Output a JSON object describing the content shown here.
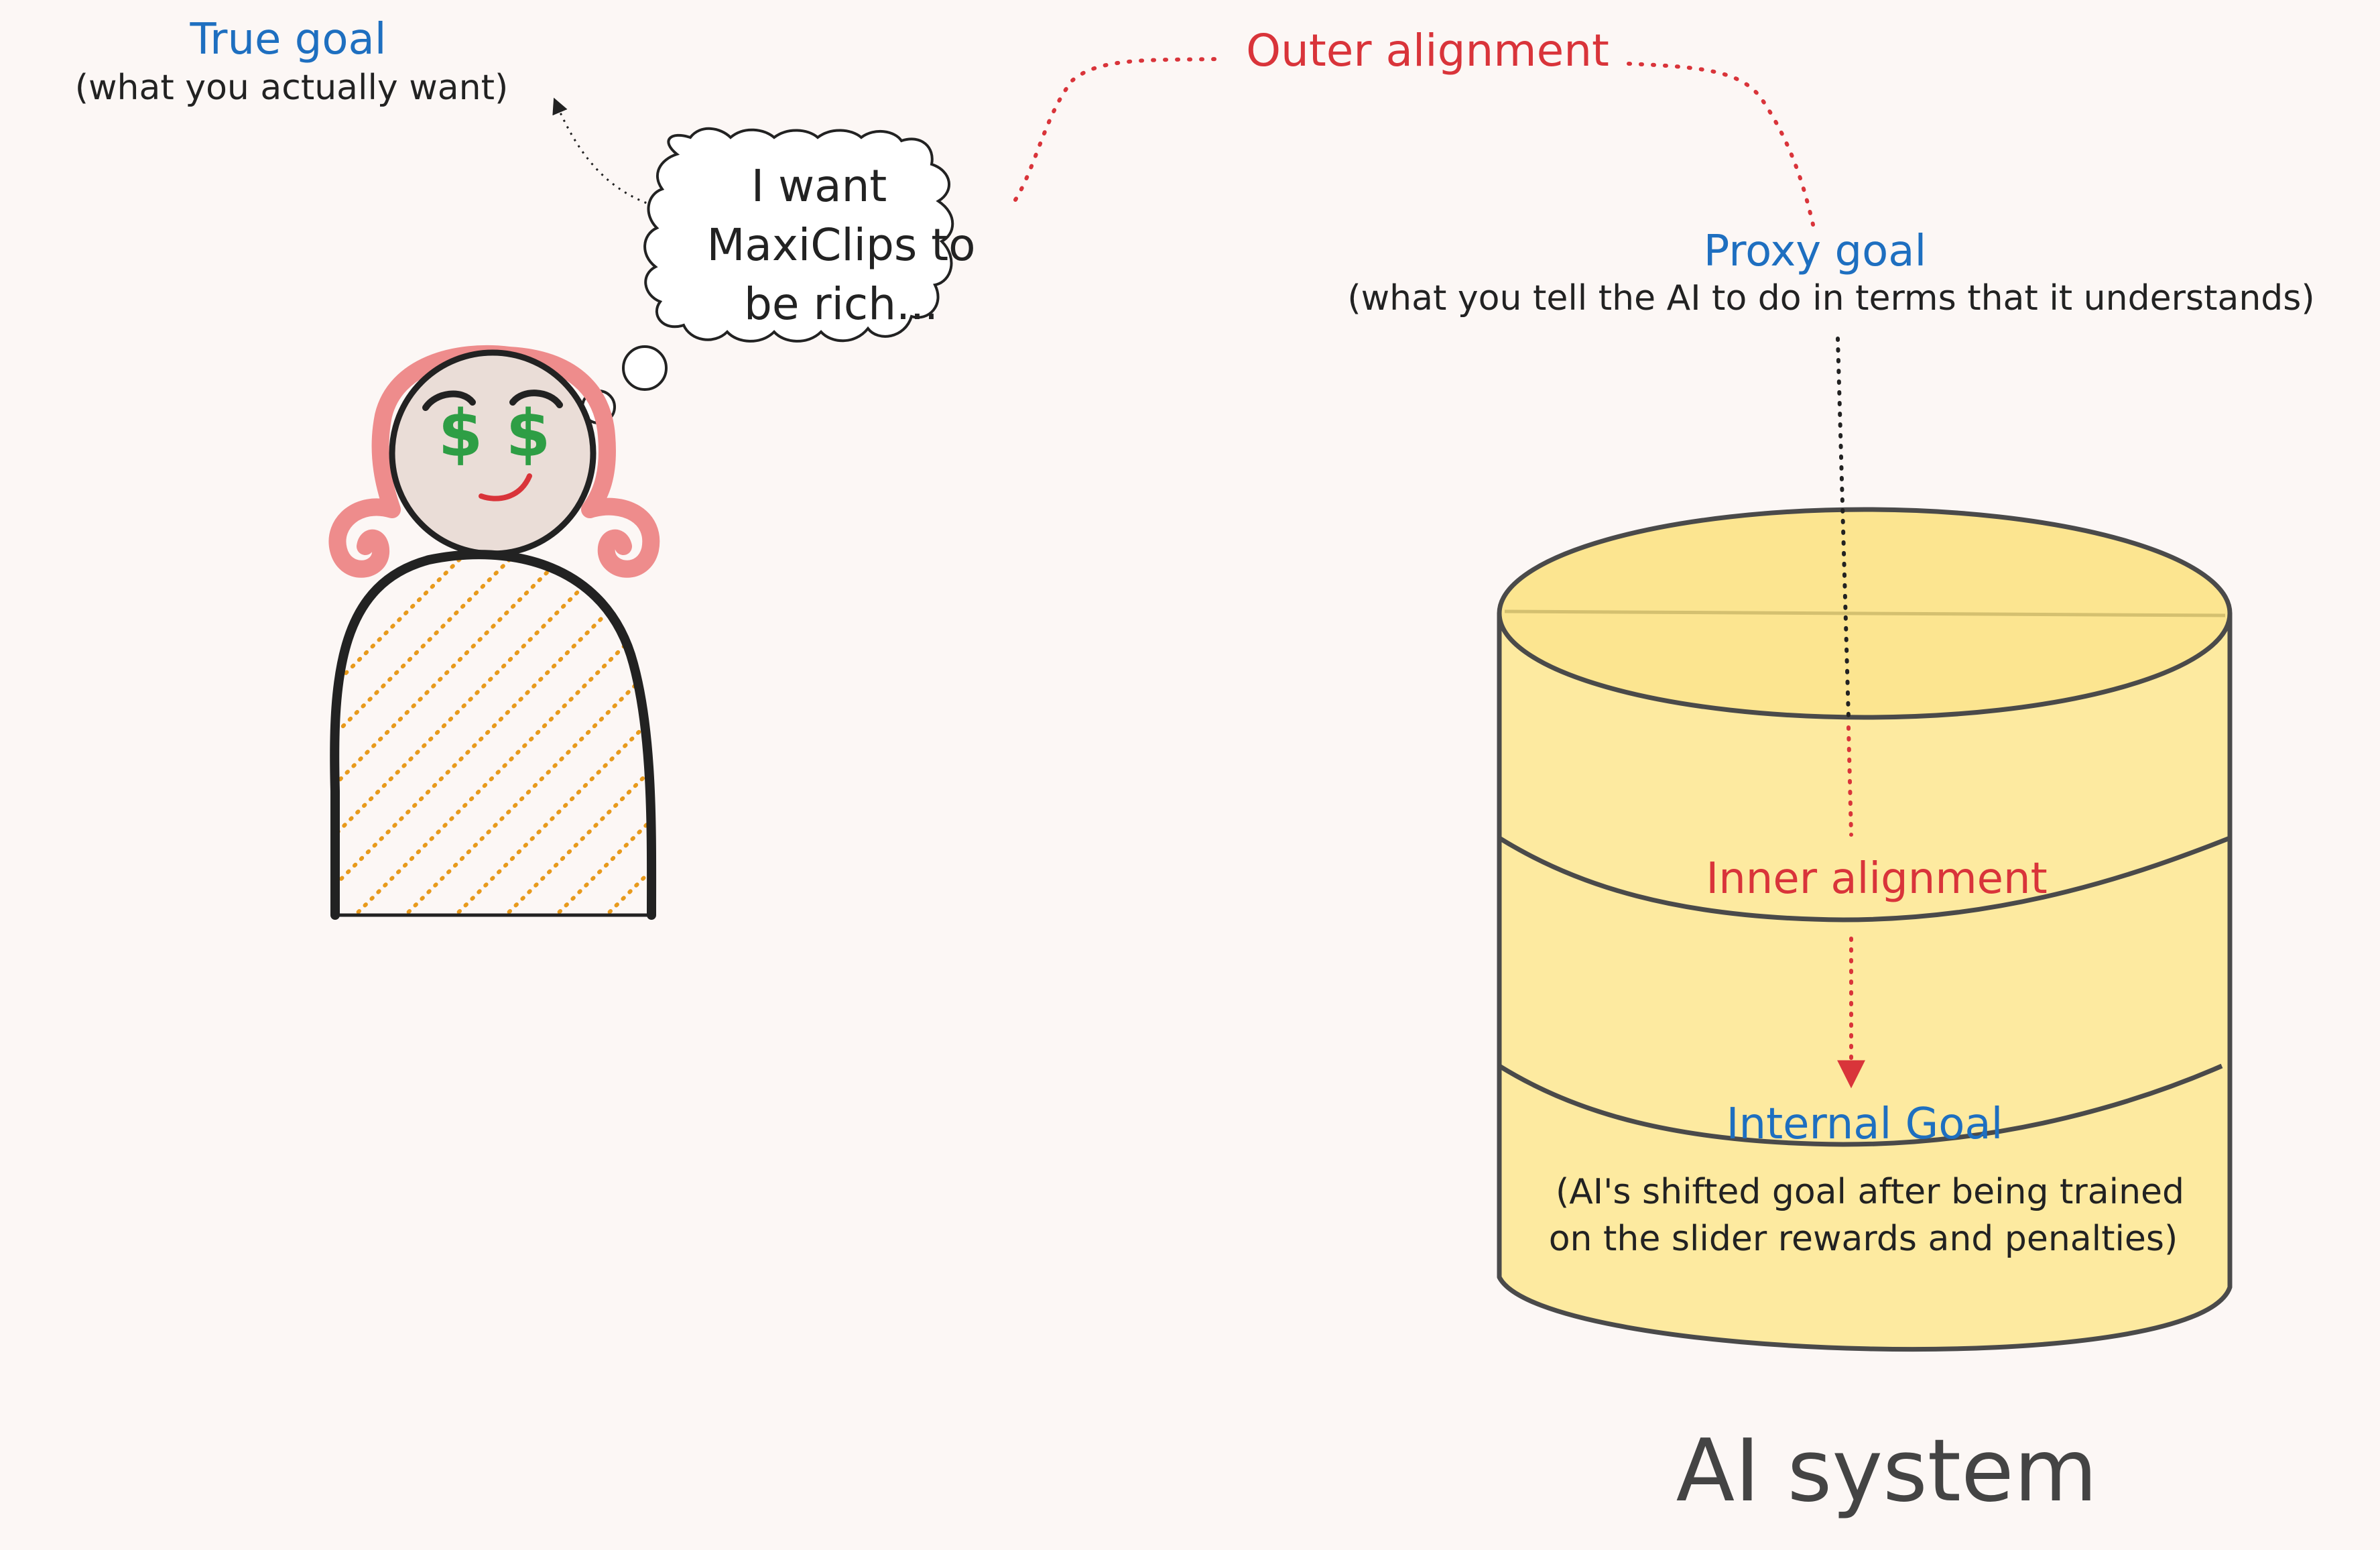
{
  "colors": {
    "background": "#fcf7f5",
    "blue_label": "#1e6fc0",
    "red_label": "#d9343a",
    "ink": "#222222",
    "hair": "#ee8c8c",
    "face": "#eaddd7",
    "dollar": "#2e9e45",
    "body_hatch": "#e89a1c",
    "cylinder_fill": "#fdeaa0",
    "cylinder_top": "#fce590",
    "cylinder_stroke": "#4a4a4a"
  },
  "labels": {
    "true_goal": "True goal",
    "true_goal_sub": "(what you actually want)",
    "thought_line1": "I want",
    "thought_line2": "MaxiClips to",
    "thought_line3": "be rich...",
    "outer_alignment": "Outer alignment",
    "proxy_goal": "Proxy goal",
    "proxy_goal_sub": "(what you tell the AI to do in terms that it understands)",
    "inner_alignment": "Inner alignment",
    "internal_goal": "Internal Goal",
    "internal_goal_sub1": "(AI's shifted goal after being trained",
    "internal_goal_sub2": "on the slider rewards and penalties)",
    "ai_system": "AI system",
    "dollar_sign": "$"
  },
  "icons": {
    "person": "person-figure-icon",
    "thought": "thought-bubble-icon",
    "ai_system": "database-cylinder-icon"
  }
}
